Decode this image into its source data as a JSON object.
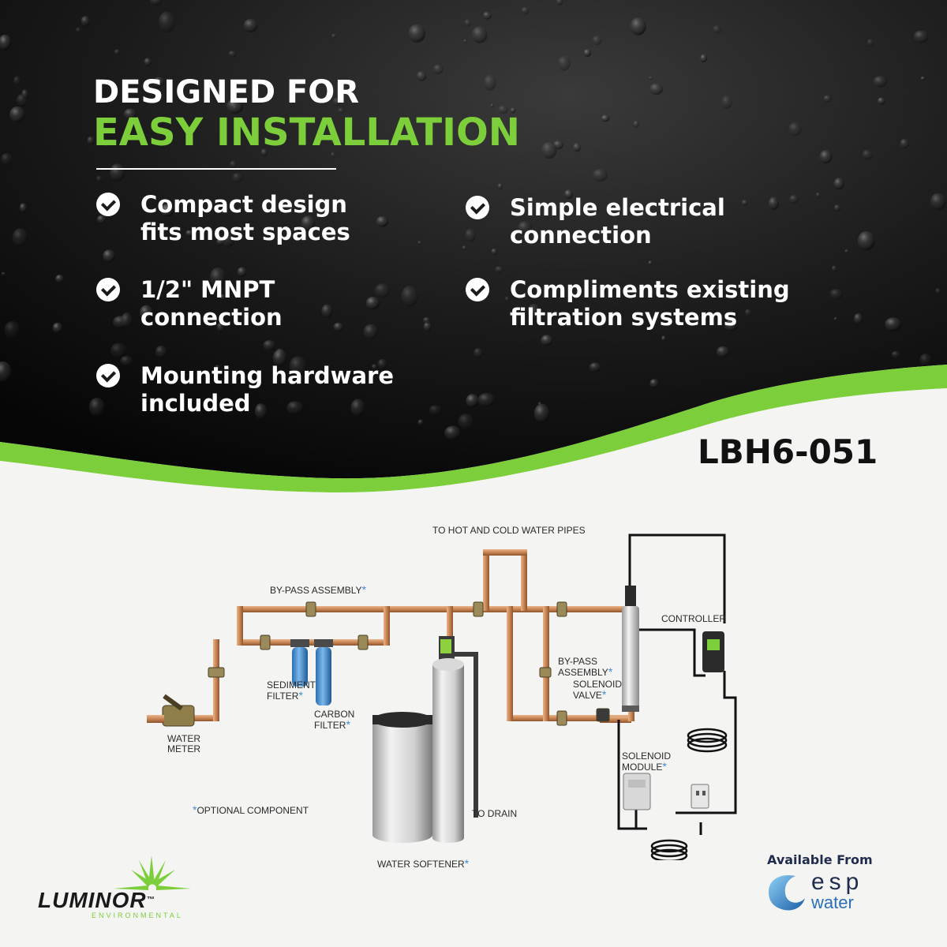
{
  "headline": {
    "line1": "DESIGNED FOR",
    "line2": "EASY INSTALLATION"
  },
  "features": [
    {
      "text": "Compact design\nfits most spaces"
    },
    {
      "text": "1/2\" MNPT\nconnection"
    },
    {
      "text": "Mounting hardware\nincluded"
    },
    {
      "text": "Simple electrical\nconnection"
    },
    {
      "text": "Compliments existing\nfiltration systems"
    }
  ],
  "model": "LBH6-051",
  "diagram": {
    "to_pipes": "TO HOT AND COLD WATER PIPES",
    "bypass_top": "BY-PASS ASSEMBLY",
    "controller": "CONTROLLER",
    "bypass_right": "BY-PASS\nASSEMBLY",
    "solenoid_valve": "SOLENOID\nVALVE",
    "sediment": "SEDIMENT\nFILTER",
    "carbon": "CARBON\nFILTER",
    "water_meter": "WATER\nMETER",
    "solenoid_module": "SOLENOID\nMODULE",
    "optional": "OPTIONAL COMPONENT",
    "to_drain": "TO DRAIN",
    "softener": "WATER SOFTENER",
    "star": "*"
  },
  "available_from": "Available From",
  "esp": {
    "brand": "esp",
    "sub": "water"
  },
  "luminor": {
    "brand": "LUMINOR",
    "tm": "™",
    "sub": "ENVIRONMENTAL"
  },
  "colors": {
    "accent_green": "#7ccf3a",
    "dark_bg": "#111111",
    "pipe": "#c98452",
    "esp_blue": "#2a6fb8"
  }
}
